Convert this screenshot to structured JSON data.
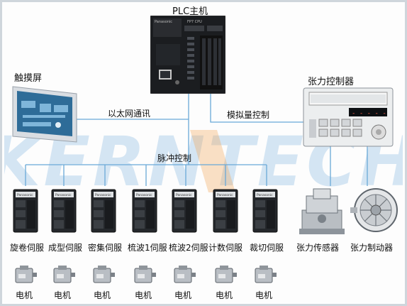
{
  "title": "PLC主机",
  "plc": {
    "brand": "Panasonic",
    "model": "FP7 CPU"
  },
  "hmi": {
    "label": "触摸屏"
  },
  "tension_controller": {
    "label": "张力控制器",
    "display": "- - - - -"
  },
  "links": {
    "ethernet": "以太网通讯",
    "analog": "模拟量控制",
    "pulse": "脉冲控制"
  },
  "watermark": "KERNTECH",
  "servos": [
    {
      "label": "旋卷伺服",
      "brand": "Panasonic"
    },
    {
      "label": "成型伺服",
      "brand": "Panasonic"
    },
    {
      "label": "密集伺服",
      "brand": "Panasonic"
    },
    {
      "label": "梳波1伺服",
      "brand": "Panasonic"
    },
    {
      "label": "梳波2伺服",
      "brand": "Panasonic"
    },
    {
      "label": "计数伺服",
      "brand": "Panasonic"
    },
    {
      "label": "裁切伺服",
      "brand": "Panasonic"
    }
  ],
  "motors": [
    "电机",
    "电机",
    "电机",
    "电机",
    "电机",
    "电机",
    "电机"
  ],
  "sensor": {
    "label": "张力传感器"
  },
  "brake": {
    "label": "张力制动器"
  },
  "colors": {
    "line": "#6aa9d8",
    "watermark_blue": "#5b9fd6",
    "watermark_orange": "#f2a65a"
  }
}
